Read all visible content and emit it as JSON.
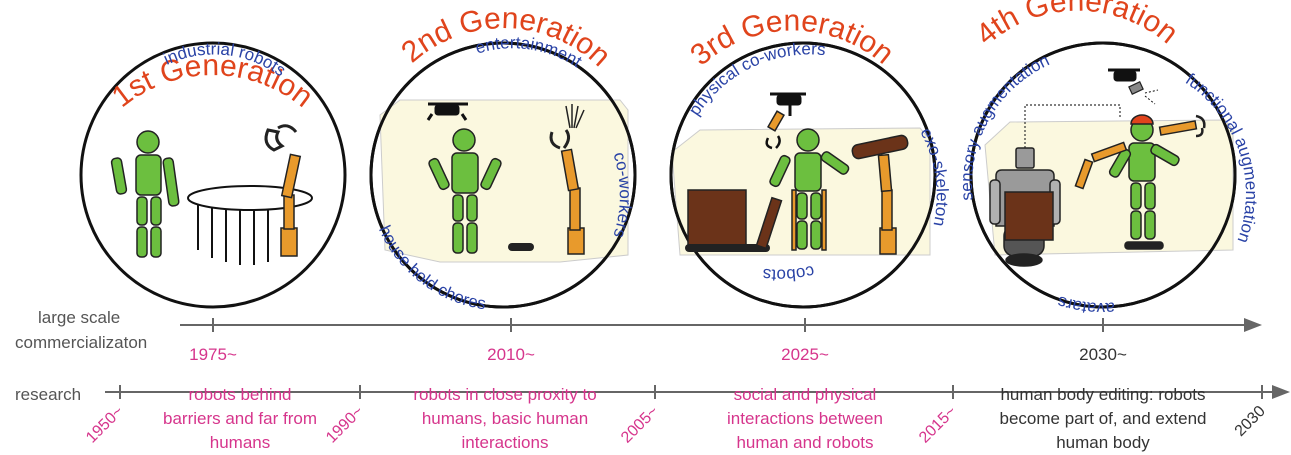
{
  "generations": [
    {
      "title": "1st Generation",
      "categories": [
        "industrial robots"
      ]
    },
    {
      "title": "2nd Generation",
      "categories": [
        "entertainment",
        "co-workers",
        "house hold chores"
      ]
    },
    {
      "title": "3rd Generation",
      "categories": [
        "physical co-workers",
        "exo-skeleton",
        "cobots"
      ]
    },
    {
      "title": "4th Generation",
      "categories": [
        "sensory augmentation",
        "functional augmentation",
        "avatars"
      ]
    }
  ],
  "commercialization": {
    "label_line1": "large scale",
    "label_line2": "commercializaton",
    "years": [
      "1975~",
      "2010~",
      "2025~",
      "2030~"
    ]
  },
  "research": {
    "label": "research",
    "ticks": [
      "1950~",
      "1990~",
      "2005~",
      "2015~",
      "2030"
    ],
    "descriptions": [
      [
        "robots behind",
        "barriers and far from",
        "humans"
      ],
      [
        "robots in close proxity to",
        "humans, basic human",
        "interactions"
      ],
      [
        "social and physical",
        "interactions between",
        "human and robots"
      ],
      [
        "human body editing: robots",
        "become part of, and extend",
        "human body"
      ]
    ]
  },
  "colors": {
    "title": "#e0441c",
    "category": "#2a43a6",
    "pink": "#d6358c",
    "robot_green": "#6cbf3f",
    "arm_orange": "#e89a2c",
    "wall": "#fbf8df",
    "brown": "#6b3319"
  }
}
